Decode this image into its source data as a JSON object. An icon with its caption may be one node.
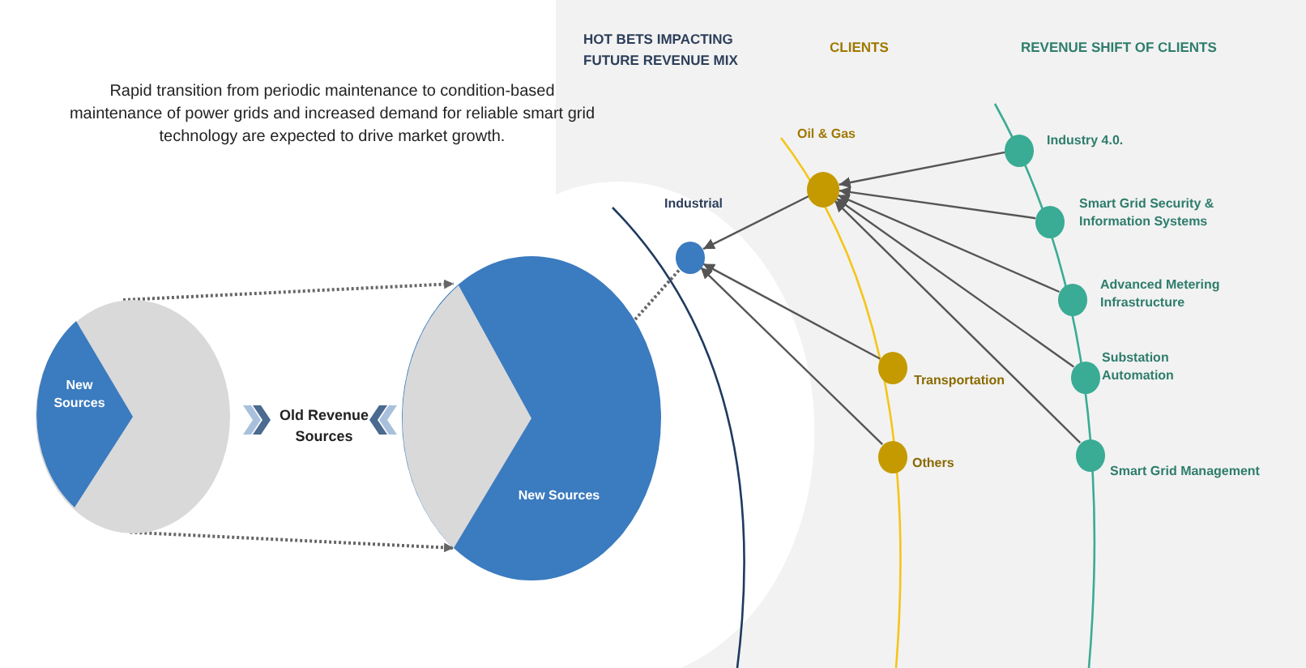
{
  "diagram": {
    "nodes": [
      {
        "text": [
          "Industrial"
        ]
      },
      {
        "text": [
          "Oil & Gas"
        ]
      },
      {
        "text": [
          "Transportation"
        ]
      },
      {
        "text": [
          "Others"
        ]
      },
      {
        "text": [
          "Industry 4.0."
        ]
      },
      {
        "text": [
          "Smart Grid Security & Information Systems"
        ]
      },
      {
        "text": [
          "Advanced Metering Infrastructure"
        ]
      },
      {
        "text": [
          "Substation Automation"
        ]
      },
      {
        "text": [
          "Smart Grid Management"
        ]
      },
      {
        "text": [
          "New Sources"
        ]
      },
      {
        "text": [
          "New Sources"
        ]
      }
    ],
    "edges": [
      {
        "from": 4,
        "to": 1,
        "arrow": "to"
      },
      {
        "from": 5,
        "to": 1,
        "arrow": "to"
      },
      {
        "from": 6,
        "to": 1,
        "arrow": "to"
      },
      {
        "from": 7,
        "to": 1,
        "arrow": "to"
      },
      {
        "from": 8,
        "to": 1,
        "arrow": "to"
      },
      {
        "from": 1,
        "to": 0,
        "arrow": "to"
      },
      {
        "from": 2,
        "to": 0,
        "arrow": "to"
      },
      {
        "from": 3,
        "to": 0,
        "arrow": "to"
      },
      {
        "from": 9,
        "to": 10,
        "arrow": "to",
        "style": "dashed"
      },
      {
        "from": 9,
        "to": 10,
        "arrow": "to",
        "style": "dashed"
      },
      {
        "from": 10,
        "to": 0,
        "arrow": "none",
        "style": "dashed"
      }
    ],
    "labels": [
      "Rapid transition from periodic maintenance to condition-based maintenance of power grids and increased demand for reliable smart grid technology are expected to drive market growth.",
      "HOT BETS IMPACTING FUTURE REVENUE MIX",
      "CLIENTS",
      "REVENUE SHIFT OF CLIENTS",
      "Old Revenue Sources"
    ]
  }
}
